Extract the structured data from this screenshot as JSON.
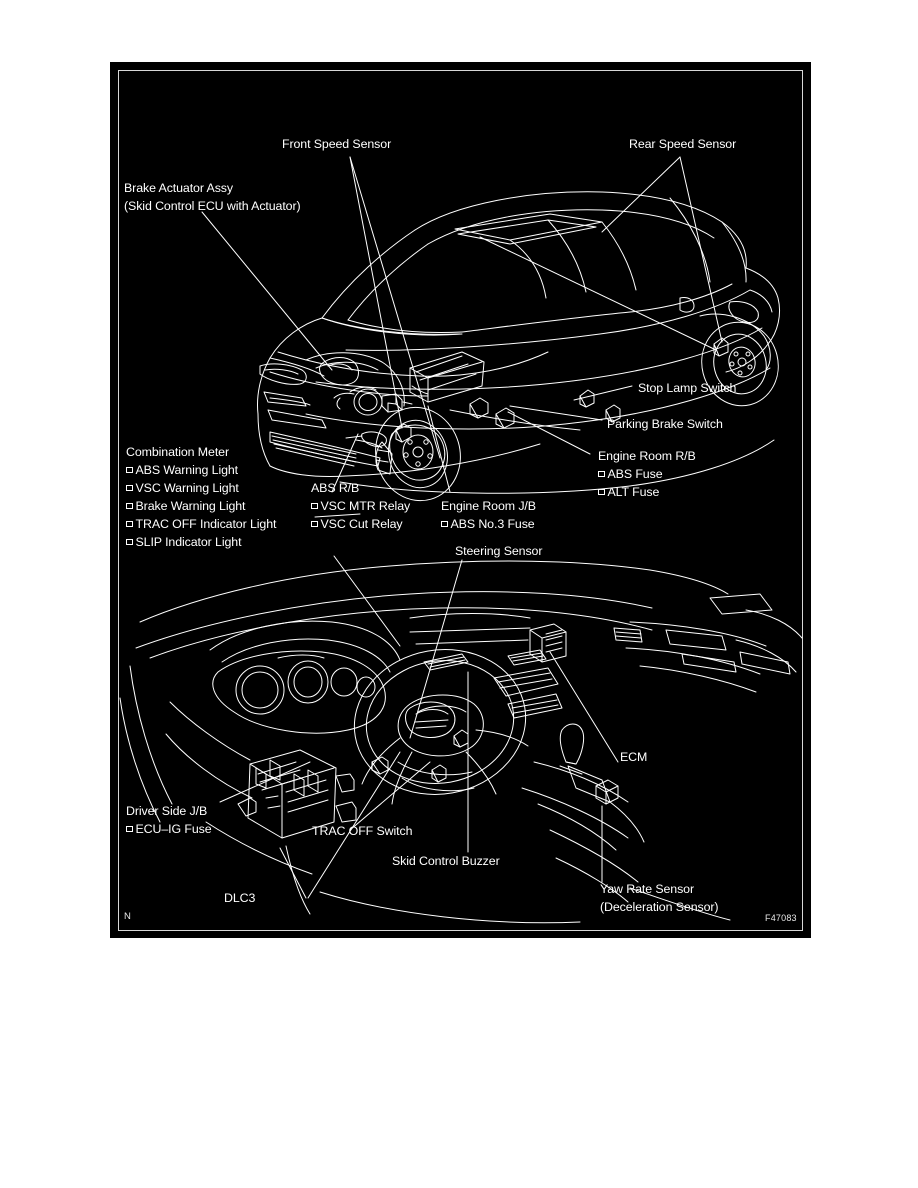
{
  "document": {
    "figure_code": "F47083",
    "corner_mark": "N",
    "panel_background": "#000000",
    "line_color": "#ffffff",
    "page_background": "#ffffff"
  },
  "labels": {
    "front_speed_sensor": "Front Speed Sensor",
    "rear_speed_sensor": "Rear Speed Sensor",
    "brake_actuator_line1": "Brake Actuator Assy",
    "brake_actuator_line2": "(Skid Control ECU with Actuator)",
    "stop_lamp_switch": "Stop Lamp Switch",
    "parking_brake_switch": "Parking Brake Switch",
    "engine_room_rb_title": "Engine Room R/B",
    "engine_room_rb_item1": "ABS Fuse",
    "engine_room_rb_item2": "ALT Fuse",
    "combination_meter_title": "Combination Meter",
    "combination_meter_item1": "ABS Warning Light",
    "combination_meter_item2": "VSC Warning Light",
    "combination_meter_item3": "Brake Warning Light",
    "combination_meter_item4": "TRAC OFF Indicator Light",
    "combination_meter_item5": "SLIP Indicator Light",
    "abs_rb_title": "ABS R/B",
    "abs_rb_item1": "VSC MTR Relay",
    "abs_rb_item2": "VSC Cut Relay",
    "engine_room_jb_title": "Engine Room J/B",
    "engine_room_jb_item1": "ABS No.3 Fuse",
    "steering_sensor": "Steering Sensor",
    "ecm": "ECM",
    "driver_side_jb_title": "Driver Side J/B",
    "driver_side_jb_item1": "ECU–IG Fuse",
    "trac_off_switch": "TRAC OFF Switch",
    "skid_control_buzzer": "Skid Control Buzzer",
    "dlc3": "DLC3",
    "yaw_rate_sensor_line1": "Yaw Rate Sensor",
    "yaw_rate_sensor_line2": "(Deceleration Sensor)"
  }
}
